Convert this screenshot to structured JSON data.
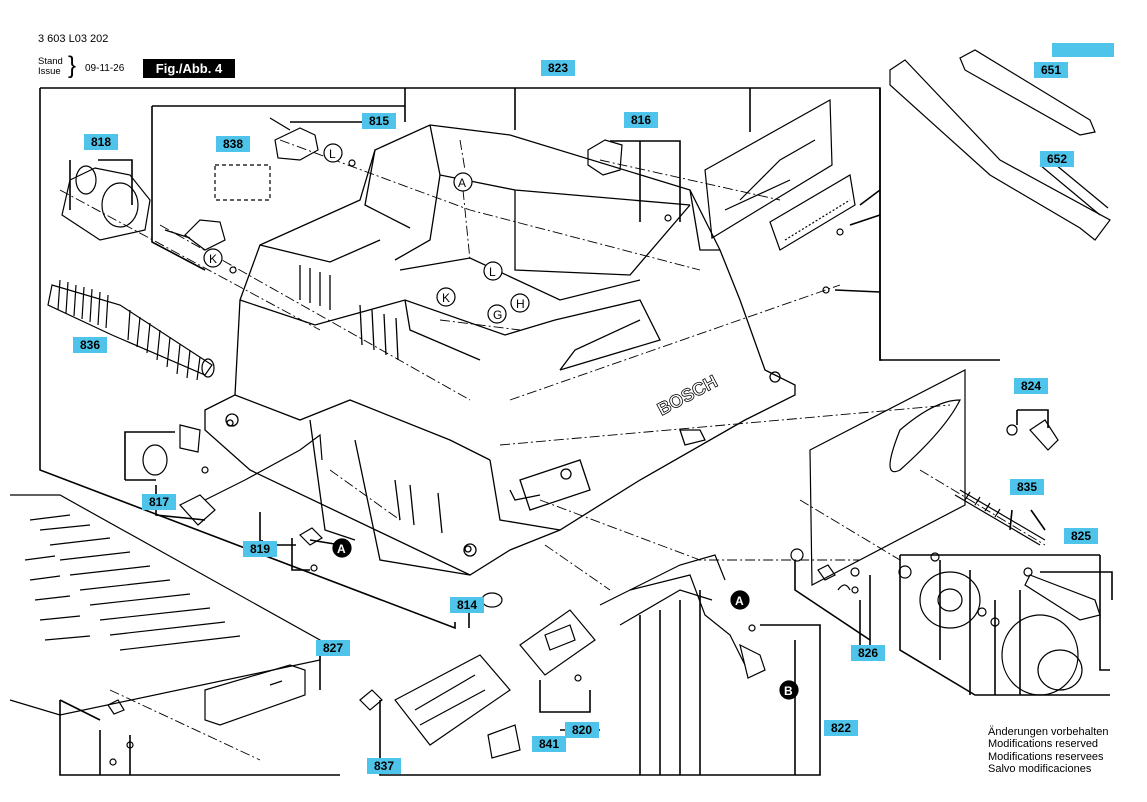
{
  "header": {
    "doc_number": "3 603 L03 202",
    "stand_line1": "Stand",
    "stand_line2": "Issue",
    "date": "09-11-26",
    "figure_label": "Fig./Abb. 4"
  },
  "callouts": {
    "p823": "823",
    "p815": "815",
    "p816": "816",
    "p818": "818",
    "p838": "838",
    "p651": "651",
    "p652": "652",
    "p836": "836",
    "p824": "824",
    "p835": "835",
    "p825": "825",
    "p817": "817",
    "p819": "819",
    "p814": "814",
    "p826": "826",
    "p827": "827",
    "p820": "820",
    "p822": "822",
    "p837": "837",
    "p841": "841"
  },
  "markers": {
    "A": "A",
    "B": "B",
    "G": "G",
    "H": "H",
    "K": "K",
    "L": "L"
  },
  "housing_brand": "BOSCH",
  "notes": [
    "Änderungen vorbehalten",
    "Modifications reserved",
    "Modifications reservees",
    "Salvo modificaciones"
  ],
  "colors": {
    "callout_bg": "#4ec4ea",
    "line": "#000000",
    "marker_bg": "#000000"
  }
}
